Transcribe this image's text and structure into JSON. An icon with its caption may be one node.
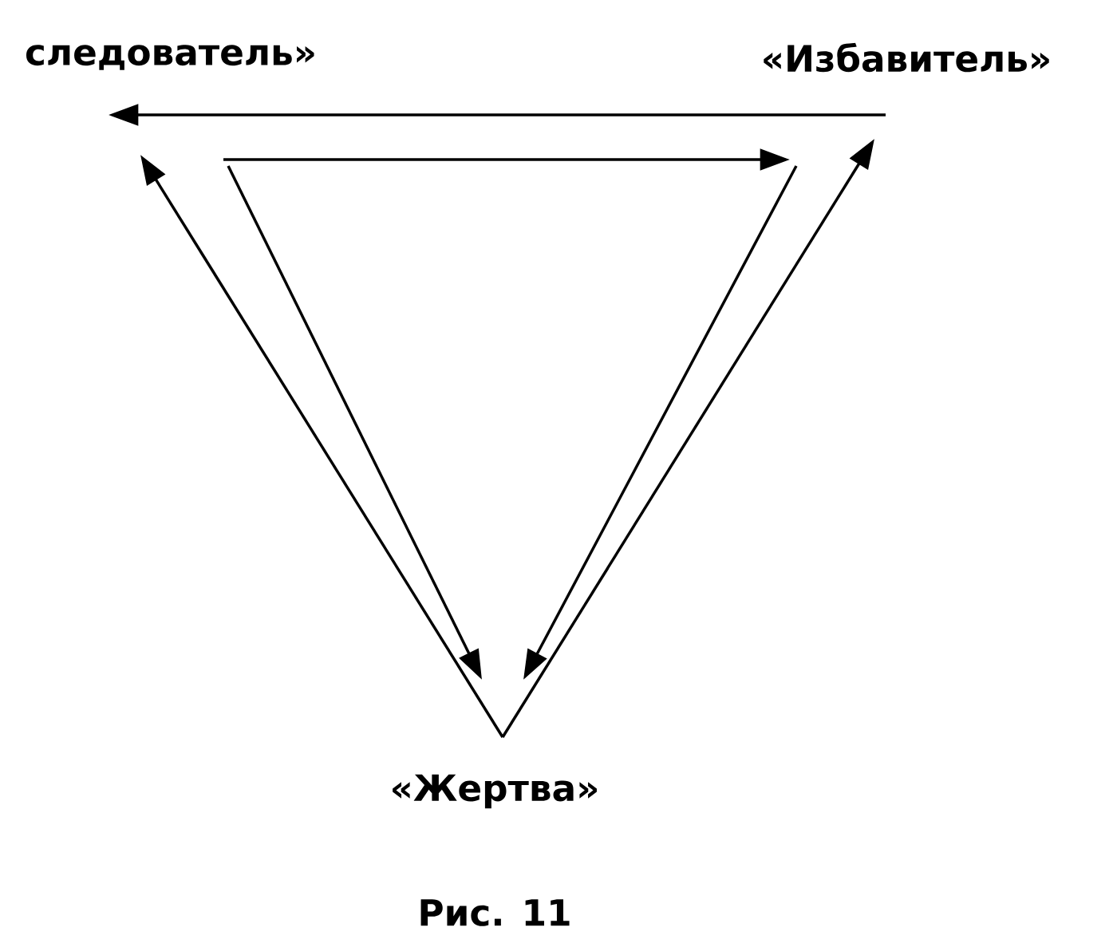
{
  "diagram": {
    "caption": "Рис. 11",
    "nodes": [
      {
        "text": [
          "следователь»"
        ]
      },
      {
        "text": [
          "«Избавитель»"
        ]
      },
      {
        "text": [
          "«Жертва»"
        ]
      }
    ],
    "edges": [
      {
        "from": 1,
        "to": 0,
        "arrow": "to"
      },
      {
        "from": 0,
        "to": 1,
        "arrow": "to"
      },
      {
        "from": 2,
        "to": 0,
        "arrow": "to"
      },
      {
        "from": 0,
        "to": 2,
        "arrow": "to"
      },
      {
        "from": 2,
        "to": 1,
        "arrow": "to"
      },
      {
        "from": 1,
        "to": 2,
        "arrow": "to"
      }
    ]
  }
}
